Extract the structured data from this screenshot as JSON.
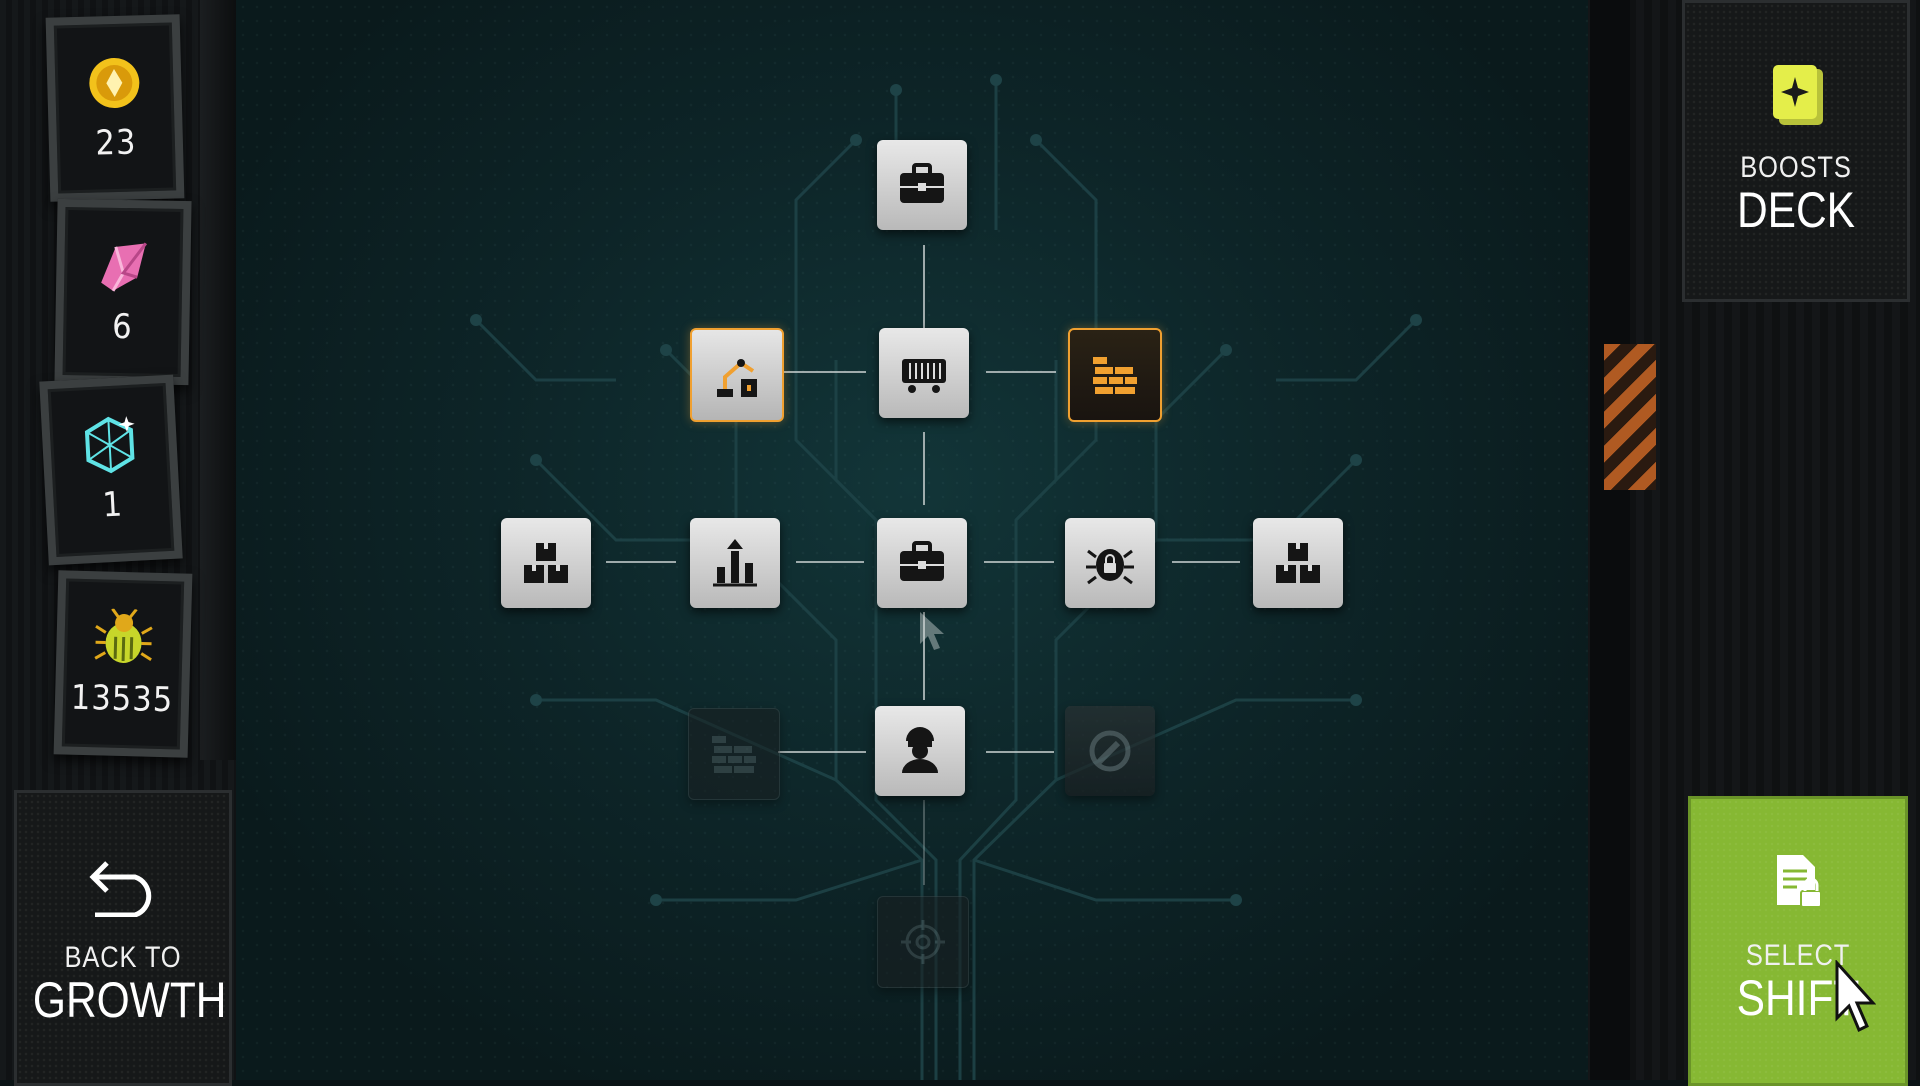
{
  "resources": [
    {
      "name": "coin",
      "value": "23",
      "color": "#f2c21b"
    },
    {
      "name": "crystal-shard",
      "value": "6",
      "color": "#e86fb2"
    },
    {
      "name": "gem",
      "value": "1",
      "color": "#5fe3e6"
    },
    {
      "name": "bug",
      "value": "13535",
      "color": "#c7d62a"
    }
  ],
  "nav": {
    "back": {
      "line1": "BACK TO",
      "line2": "GROWTH"
    },
    "boosts": {
      "line1": "BOOSTS",
      "line2": "DECK"
    },
    "select": {
      "line1": "SELECT",
      "line2": "SHIFT",
      "color": "#86b833"
    }
  },
  "skill_tree": {
    "nodes": [
      {
        "id": "briefcase-top",
        "icon": "briefcase-icon",
        "state": "available"
      },
      {
        "id": "robot-arm",
        "icon": "robot-arm-icon",
        "state": "owned"
      },
      {
        "id": "conveyor",
        "icon": "conveyor-icon",
        "state": "available"
      },
      {
        "id": "bricks-gold",
        "icon": "bricks-icon",
        "state": "owned"
      },
      {
        "id": "boxes-left",
        "icon": "boxes-icon",
        "state": "available"
      },
      {
        "id": "growth-chart",
        "icon": "bar-chart-icon",
        "state": "available"
      },
      {
        "id": "briefcase-center",
        "icon": "briefcase-icon",
        "state": "available"
      },
      {
        "id": "security-bug",
        "icon": "security-bug-icon",
        "state": "available"
      },
      {
        "id": "boxes-right",
        "icon": "boxes-icon",
        "state": "available"
      },
      {
        "id": "bricks-locked",
        "icon": "bricks-icon",
        "state": "locked"
      },
      {
        "id": "worker",
        "icon": "worker-icon",
        "state": "available"
      },
      {
        "id": "wrench-locked",
        "icon": "wrench-icon",
        "state": "locked"
      },
      {
        "id": "root-target",
        "icon": "target-icon",
        "state": "locked"
      }
    ]
  }
}
